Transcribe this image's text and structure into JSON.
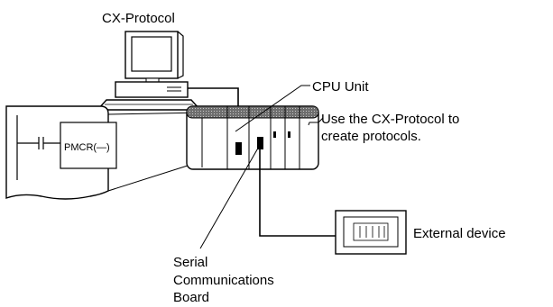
{
  "labels": {
    "software": "CX-Protocol",
    "cpu_unit": "CPU Unit",
    "instruction": "PMCR(—)",
    "note_line1": "Use the CX-Protocol to",
    "note_line2": "create protocols.",
    "external_device": "External device",
    "board_line1": "Serial",
    "board_line2": "Communications",
    "board_line3": "Board"
  },
  "colors": {
    "ink": "#000000",
    "paper": "#ffffff",
    "plc_top_band": "#8a8a8a"
  },
  "icons": [
    "personal-computer-icon",
    "ladder-program-icon",
    "plc-rack-icon",
    "external-device-icon"
  ]
}
